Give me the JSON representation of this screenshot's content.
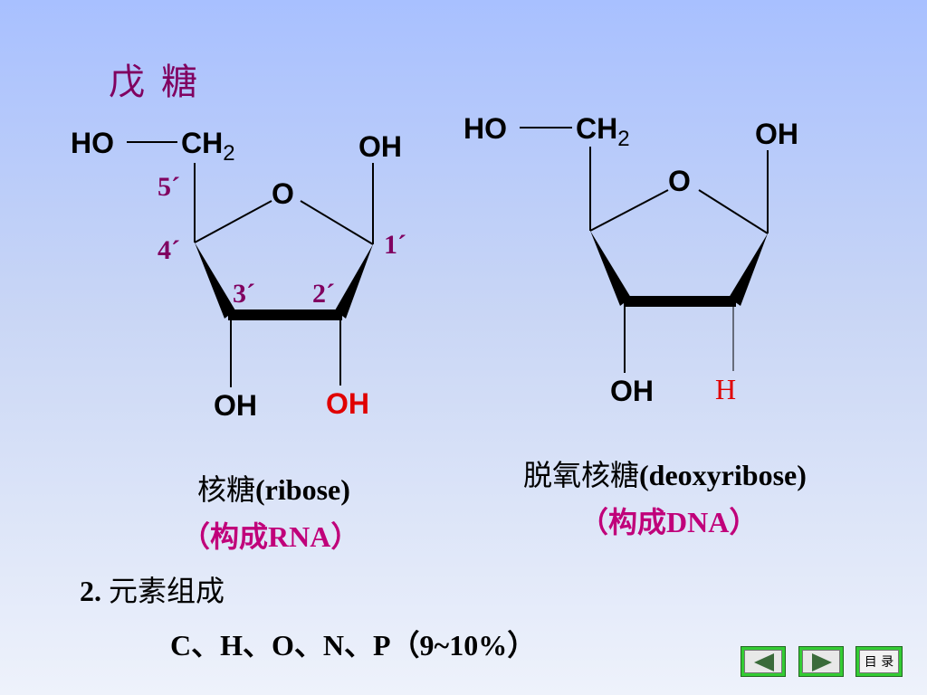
{
  "title": "戊 糖",
  "ribose": {
    "ho": "HO",
    "ch": "CH",
    "ch_sub": "2",
    "ring_o": "O",
    "oh_c1": "OH",
    "oh_c3": "OH",
    "oh_c2": "OH",
    "label_5": "5´",
    "label_4": "4´",
    "label_3": "3´",
    "label_2": "2´",
    "label_1": "1´",
    "caption_cn": "核糖",
    "caption_en": "(ribose)",
    "note": "（构成RNA）"
  },
  "deoxyribose": {
    "ho": "HO",
    "ch": "CH",
    "ch_sub": "2",
    "ring_o": "O",
    "oh_c1": "OH",
    "oh_c3": "OH",
    "h_c2": "H",
    "caption_cn": "脱氧核糖",
    "caption_en": "(deoxyribose)",
    "note": "（构成DNA）"
  },
  "section": {
    "number": "2.",
    "heading": "元素组成",
    "elements": "C、H、O、N、P（9~10%）"
  },
  "nav": {
    "prev_icon": "triangle-left-icon",
    "next_icon": "triangle-right-icon",
    "menu_label": "目 录"
  },
  "colors": {
    "title": "#800060",
    "highlight_red": "#e00000",
    "magenta": "#c0007a",
    "label_purple": "#800060"
  }
}
